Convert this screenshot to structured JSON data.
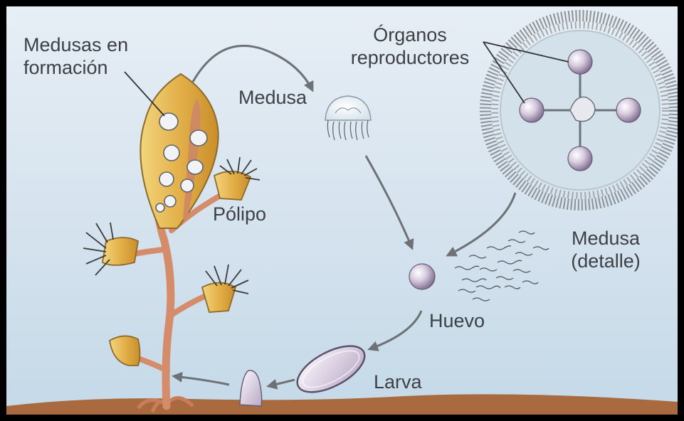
{
  "labels": {
    "medusas_en_formacion": [
      "Medusas en",
      "formación"
    ],
    "medusa": "Medusa",
    "organos_reproductores": [
      "Órganos",
      "reproductores"
    ],
    "polipo": "Pólipo",
    "medusa_detalle": [
      "Medusa",
      "(detalle)"
    ],
    "huevo": "Huevo",
    "larva": "Larva"
  },
  "colors": {
    "water_top": "#e6eef5",
    "water_bottom": "#c7dcea",
    "ground": "#a86a3e",
    "stem": "#d89270",
    "polyp": "#e8b84a",
    "arrow": "#707478",
    "sphere": "#b9a8c6"
  }
}
